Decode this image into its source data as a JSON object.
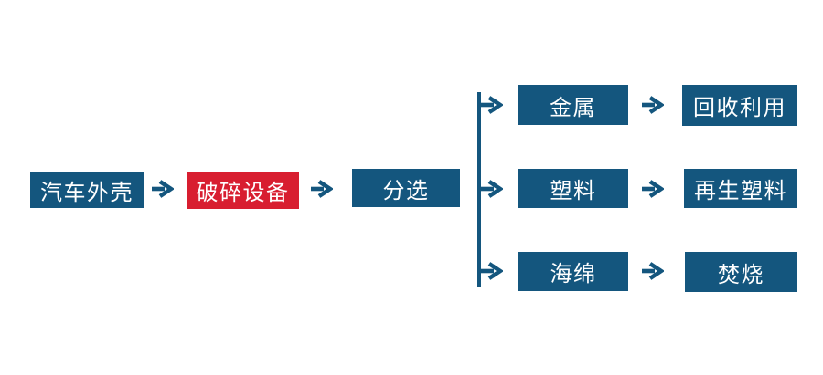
{
  "colors": {
    "primary_blue": "#14567E",
    "highlight_red": "#D81E30",
    "text": "#FFFFFF",
    "background": "#FFFFFF"
  },
  "diagram": {
    "type": "flowchart",
    "main_flow": [
      {
        "label": "汽车外壳"
      },
      {
        "label": "破碎设备"
      },
      {
        "label": "分选"
      }
    ],
    "branches": [
      {
        "material": "金属",
        "destination": "回收利用"
      },
      {
        "material": "塑料",
        "destination": "再生塑料"
      },
      {
        "material": "海绵",
        "destination": "焚烧"
      }
    ]
  }
}
